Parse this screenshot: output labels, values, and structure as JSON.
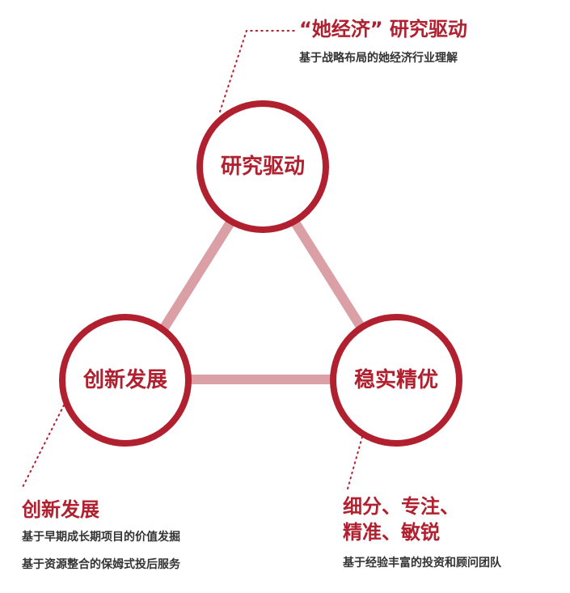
{
  "nodes": {
    "top": "研究驱动",
    "left": "创新发展",
    "right": "稳实精优"
  },
  "annotations": {
    "top": {
      "title": "“她经济” 研究驱动",
      "lines": [
        "基于战略布局的她经济行业理解"
      ]
    },
    "left": {
      "title": "创新发展",
      "lines": [
        "基于早期成长期项目的价值发掘",
        "基于资源整合的保姆式投后服务"
      ]
    },
    "right": {
      "title_lines": [
        "细分、专注、",
        "精准、敏锐"
      ],
      "lines": [
        "基于经验丰富的投资和顾问团队"
      ]
    }
  },
  "colors": {
    "accent": "#b0202e",
    "edge": "#dba0a6",
    "text": "#333333"
  }
}
